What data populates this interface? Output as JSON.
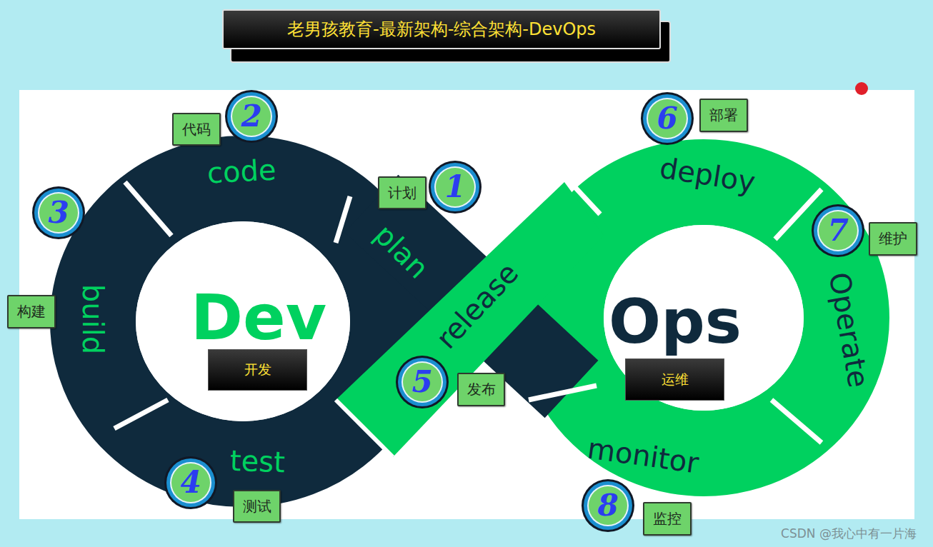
{
  "diagram": {
    "title": "老男孩教育-最新架构-综合架构-DevOps",
    "nodes": [
      {
        "text": [
          "1"
        ]
      },
      {
        "text": [
          "计划"
        ]
      },
      {
        "text": [
          "2"
        ]
      },
      {
        "text": [
          "代码"
        ]
      },
      {
        "text": [
          "3"
        ]
      },
      {
        "text": [
          "构建"
        ]
      },
      {
        "text": [
          "4"
        ]
      },
      {
        "text": [
          "测试"
        ]
      },
      {
        "text": [
          "5"
        ]
      },
      {
        "text": [
          "发布"
        ]
      },
      {
        "text": [
          "6"
        ]
      },
      {
        "text": [
          "部署"
        ]
      },
      {
        "text": [
          "7"
        ]
      },
      {
        "text": [
          "维护"
        ]
      },
      {
        "text": [
          "8"
        ]
      },
      {
        "text": [
          "监控"
        ]
      },
      {
        "text": [
          "开发"
        ]
      },
      {
        "text": [
          "运维"
        ]
      }
    ],
    "labels": [
      "code",
      "plan",
      "build",
      "test",
      "release",
      "deploy",
      "Operate",
      "monitor",
      "Dev",
      "Ops",
      "CSDN @我心中有一片海"
    ]
  }
}
